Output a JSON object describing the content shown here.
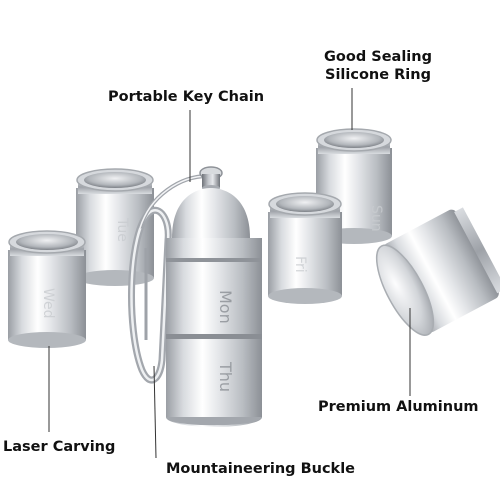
{
  "labels": {
    "sealing_line1": "Good Sealing",
    "sealing_line2": "Silicone Ring",
    "keychain": "Portable Key Chain",
    "aluminum": "Premium Aluminum",
    "laser": "Laser Carving",
    "buckle": "Mountaineering Buckle"
  },
  "engravings": {
    "mon": "Mon",
    "thu": "Thu",
    "tue": "Tue",
    "wed": "Wed",
    "fri": "Fri",
    "sun": "Sun"
  },
  "colors": {
    "background": "#ffffff",
    "text": "#111111",
    "metal_light": "#f4f5f7",
    "metal_mid": "#c7cacf",
    "metal_dark": "#8d9197",
    "leader_line": "#333333"
  }
}
